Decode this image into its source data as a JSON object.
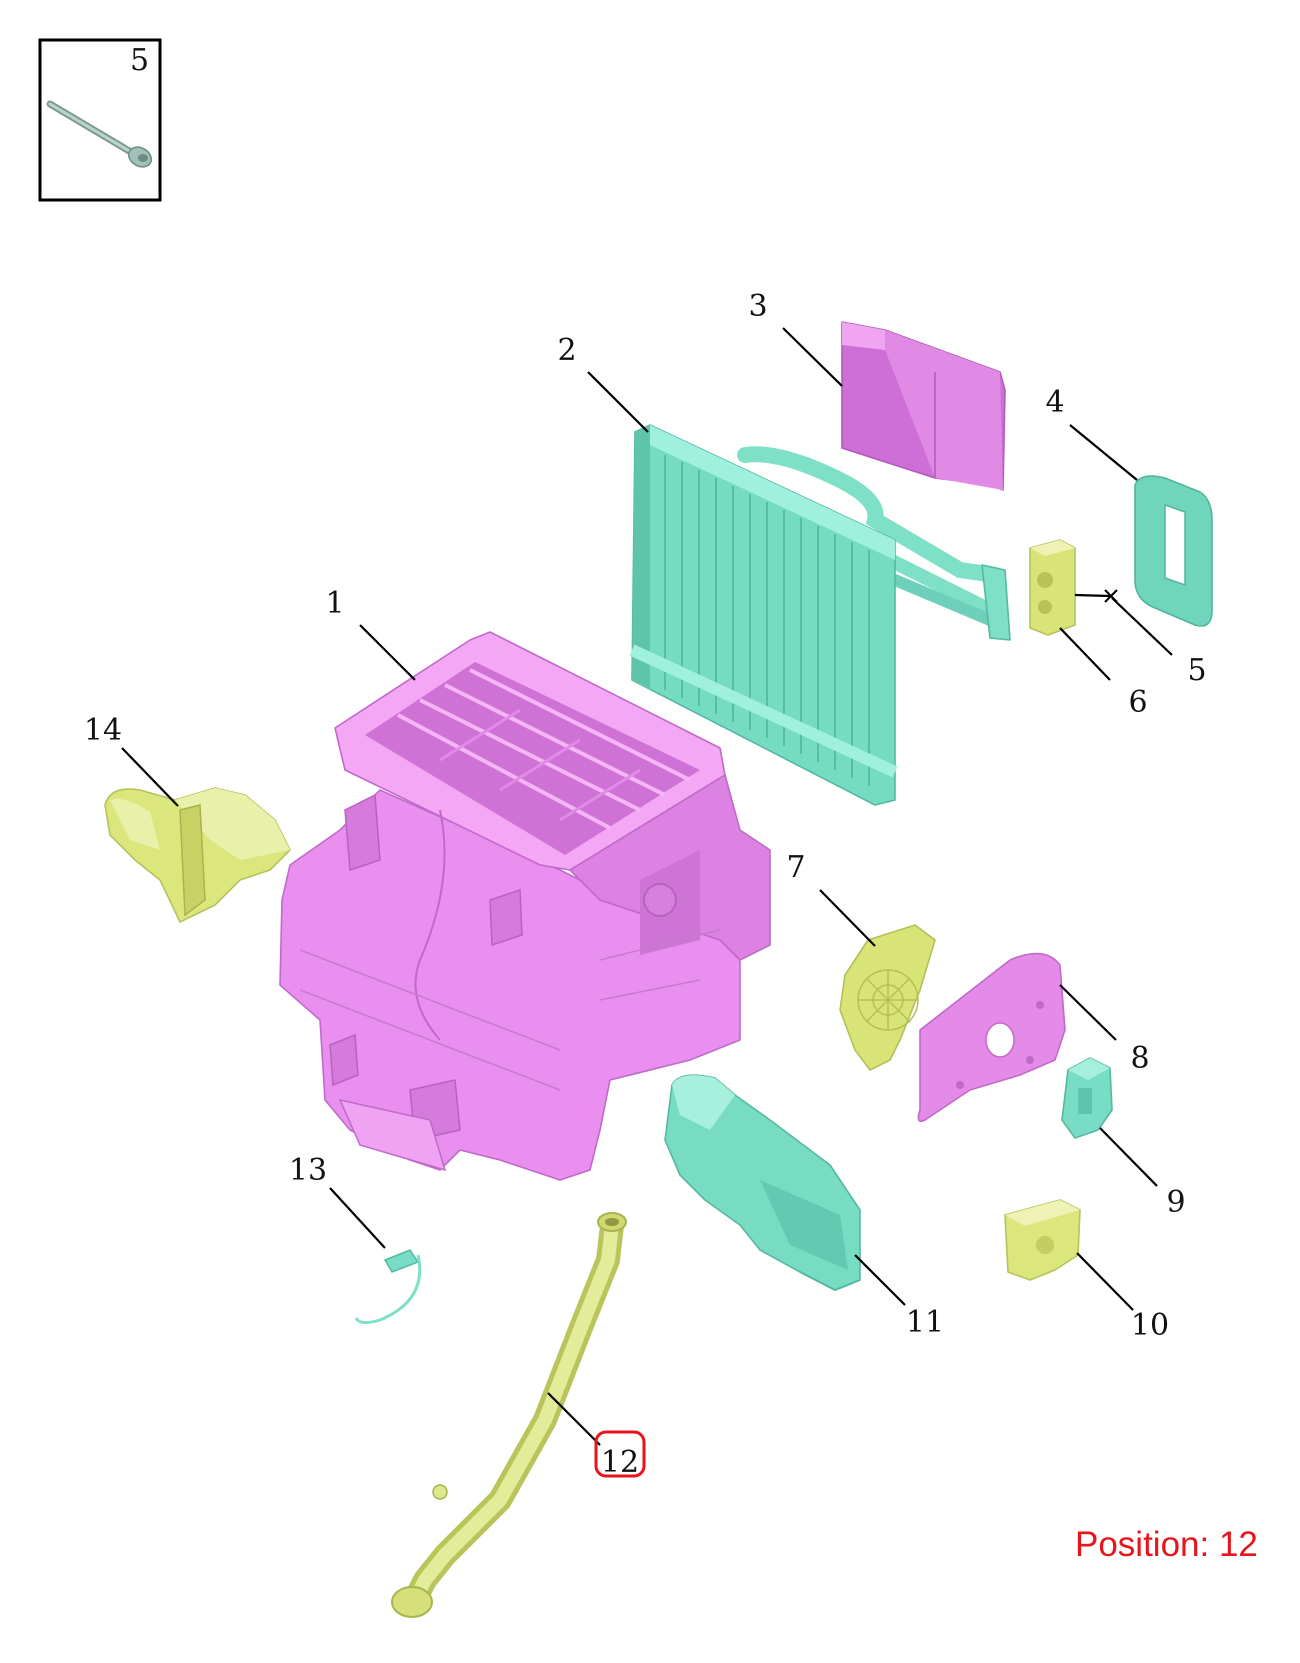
{
  "inset": {
    "label": "5"
  },
  "callouts": [
    {
      "id": "1",
      "label": "1"
    },
    {
      "id": "2",
      "label": "2"
    },
    {
      "id": "3",
      "label": "3"
    },
    {
      "id": "4",
      "label": "4"
    },
    {
      "id": "5",
      "label": "5"
    },
    {
      "id": "6",
      "label": "6"
    },
    {
      "id": "7",
      "label": "7"
    },
    {
      "id": "8",
      "label": "8"
    },
    {
      "id": "9",
      "label": "9"
    },
    {
      "id": "10",
      "label": "10"
    },
    {
      "id": "11",
      "label": "11"
    },
    {
      "id": "12",
      "label": "12",
      "highlighted": true
    },
    {
      "id": "13",
      "label": "13"
    },
    {
      "id": "14",
      "label": "14"
    }
  ],
  "position_label": "Position: 12",
  "colors": {
    "magenta_part": "#e58ae8",
    "teal_part": "#7fe0c8",
    "yellow_part": "#dde88a",
    "highlight": "#e8131b",
    "position_text": "#e8131b"
  }
}
